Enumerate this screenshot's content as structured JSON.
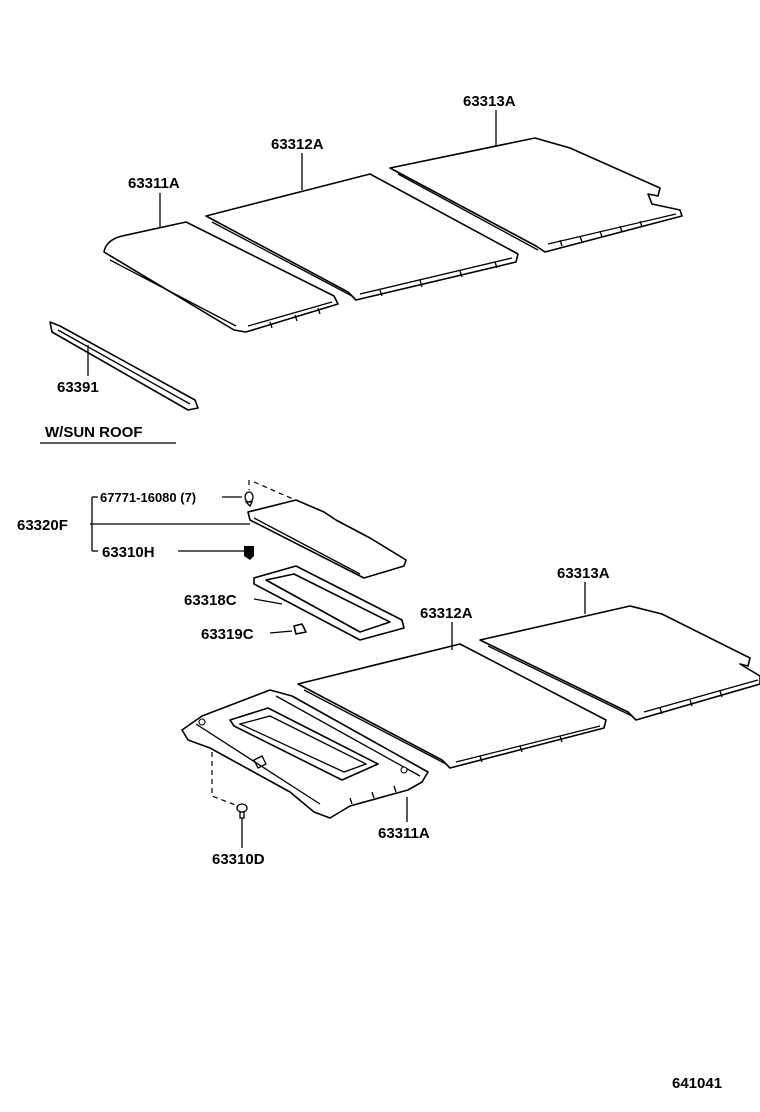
{
  "labels": {
    "top_63313A": "63313A",
    "top_63312A": "63312A",
    "top_63311A": "63311A",
    "p63391": "63391",
    "sun_roof_heading": "W/SUN  ROOF",
    "p67771": "67771-16080 (7)",
    "p63320F": "63320F",
    "p63310H": "63310H",
    "p63318C": "63318C",
    "p63319C": "63319C",
    "bot_63313A": "63313A",
    "bot_63312A": "63312A",
    "bot_63311A": "63311A",
    "p63310D": "63310D",
    "figure_number": "641041"
  }
}
